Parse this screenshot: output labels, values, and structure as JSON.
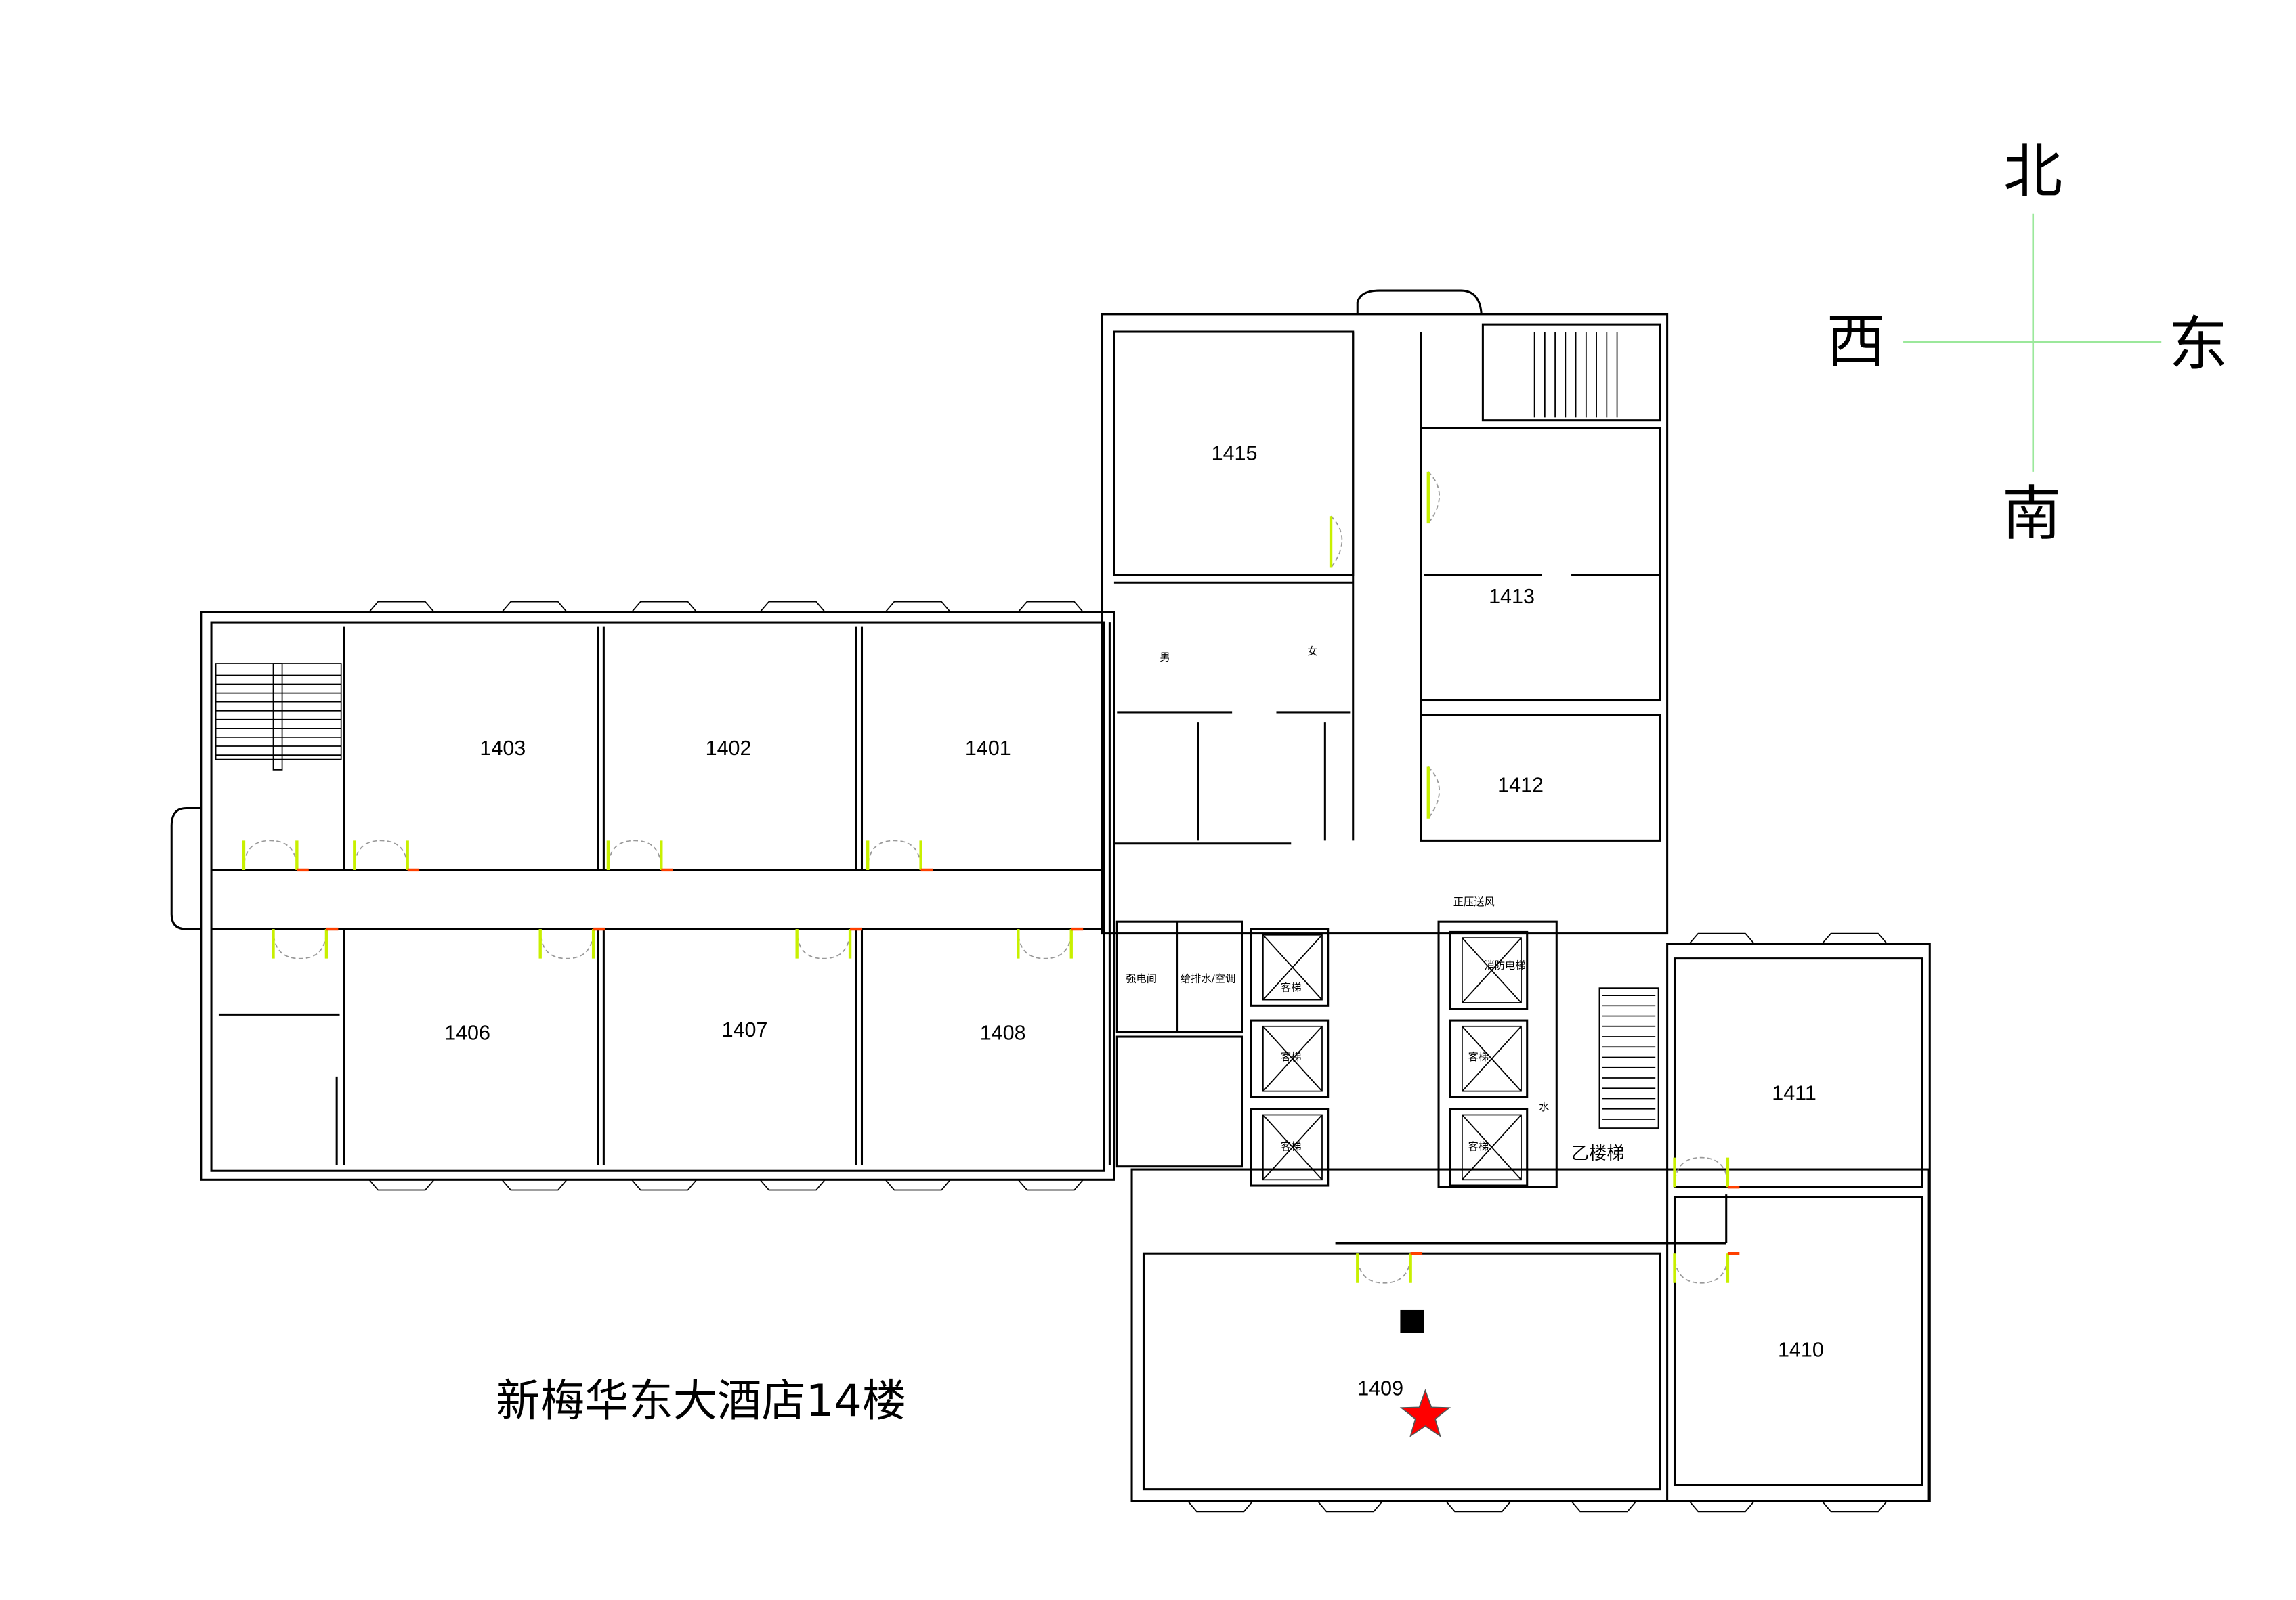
{
  "title": "新梅华东大酒店14楼",
  "compass": {
    "north": "北",
    "south": "南",
    "west": "西",
    "east": "东"
  },
  "rooms": {
    "r1401": "1401",
    "r1402": "1402",
    "r1403": "1403",
    "r1406": "1406",
    "r1407": "1407",
    "r1408": "1408",
    "r1409": "1409",
    "r1410": "1410",
    "r1411": "1411",
    "r1412": "1412",
    "r1413": "1413",
    "r1415": "1415"
  },
  "labels": {
    "men": "男",
    "women": "女",
    "electrical_room": "强电间",
    "plumbing_hvac": "给排水/空调",
    "passenger_elevator": "客梯",
    "fire_elevator": "消防电梯",
    "pressurization": "正压送风",
    "stairs": "乙楼梯",
    "water": "水"
  },
  "marker": {
    "type": "star",
    "room": "1409",
    "color": "#ff0000"
  },
  "colors": {
    "wall": "#000000",
    "door_leaf": "#c8f000",
    "compass_line": "#9be89b"
  }
}
